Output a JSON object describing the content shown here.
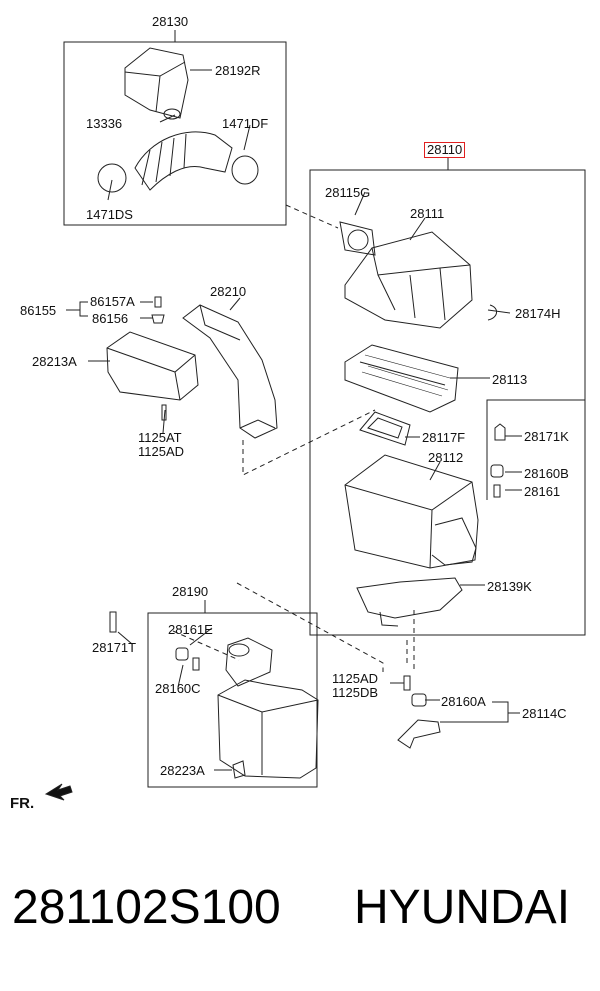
{
  "labels": {
    "p28130": "28130",
    "p28192R": "28192R",
    "p13336": "13336",
    "p1471DF": "1471DF",
    "p1471DS": "1471DS",
    "p28110": "28110",
    "p28115G": "28115G",
    "p28111": "28111",
    "p28174H": "28174H",
    "p28113": "28113",
    "p28171K_top": "28171K",
    "p28117F": "28117F",
    "p28112": "28112",
    "p28160B": "28160B",
    "p28161": "28161",
    "p28139K": "28139K",
    "p86155": "86155",
    "p86157A": "86157A",
    "p86156": "86156",
    "p28210": "28210",
    "p28213A": "28213A",
    "p1125AT": "1125AT",
    "p1125AD_left": "1125AD",
    "p28190": "28190",
    "p28161E": "28161E",
    "p28171T": "28171T",
    "p28160C": "28160C",
    "p28223A": "28223A",
    "p1125AD_right": "1125AD",
    "p1125DB": "1125DB",
    "p28160A": "28160A",
    "p28114C": "28114C",
    "front": "FR."
  },
  "highlight_color": "#e02020",
  "footer": {
    "part_number": "281102S100",
    "brand": "HYUNDAI"
  }
}
